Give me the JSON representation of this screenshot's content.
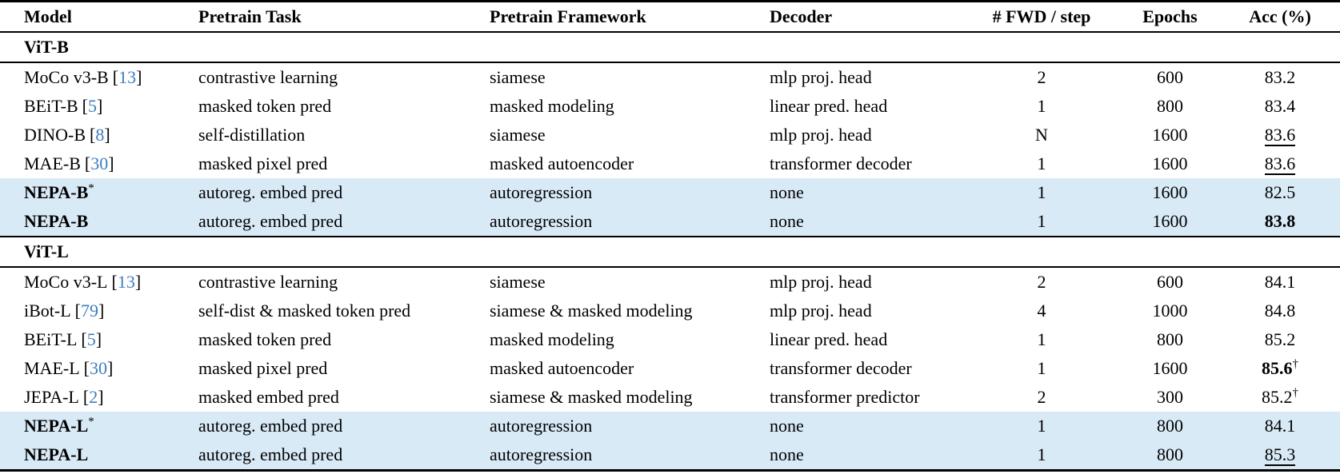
{
  "colors": {
    "highlight_row": "#d9eaf7",
    "citation_link": "#3d7dbf",
    "rule": "#000000",
    "background": "#ffffff"
  },
  "citation_brackets": {
    "open": "[",
    "close": "]"
  },
  "table": {
    "columns": {
      "model": "Model",
      "task": "Pretrain Task",
      "framework": "Pretrain Framework",
      "decoder": "Decoder",
      "fwd": "# FWD / step",
      "epochs": "Epochs",
      "acc": "Acc (%)"
    },
    "sections": [
      {
        "header": "ViT-B",
        "rows": [
          {
            "model": "MoCo v3-B",
            "cite": "13",
            "task": "contrastive learning",
            "framework": "siamese",
            "decoder": "mlp proj. head",
            "fwd": "2",
            "epochs": "600",
            "acc": "83.2",
            "highlight": false
          },
          {
            "model": "BEiT-B",
            "cite": "5",
            "task": "masked token pred",
            "framework": "masked modeling",
            "decoder": "linear pred. head",
            "fwd": "1",
            "epochs": "800",
            "acc": "83.4",
            "highlight": false
          },
          {
            "model": "DINO-B",
            "cite": "8",
            "task": "self-distillation",
            "framework": "siamese",
            "decoder": "mlp proj. head",
            "fwd": "N",
            "epochs": "1600",
            "acc": "83.6",
            "acc_style": "underline",
            "highlight": false
          },
          {
            "model": "MAE-B",
            "cite": "30",
            "task": "masked pixel pred",
            "framework": "masked autoencoder",
            "decoder": "transformer decoder",
            "fwd": "1",
            "epochs": "1600",
            "acc": "83.6",
            "acc_style": "underline",
            "highlight": false
          },
          {
            "model": "NEPA-B",
            "model_sup": "*",
            "task": "autoreg. embed pred",
            "framework": "autoregression",
            "decoder": "none",
            "fwd": "1",
            "epochs": "1600",
            "acc": "82.5",
            "highlight": true
          },
          {
            "model": "NEPA-B",
            "task": "autoreg. embed pred",
            "framework": "autoregression",
            "decoder": "none",
            "fwd": "1",
            "epochs": "1600",
            "acc": "83.8",
            "acc_style": "bold",
            "highlight": true
          }
        ]
      },
      {
        "header": "ViT-L",
        "rows": [
          {
            "model": "MoCo v3-L",
            "cite": "13",
            "task": "contrastive learning",
            "framework": "siamese",
            "decoder": "mlp proj. head",
            "fwd": "2",
            "epochs": "600",
            "acc": "84.1",
            "highlight": false
          },
          {
            "model": "iBot-L",
            "cite": "79",
            "task": "self-dist & masked token pred",
            "framework": "siamese & masked modeling",
            "decoder": "mlp proj. head",
            "fwd": "4",
            "epochs": "1000",
            "acc": "84.8",
            "highlight": false
          },
          {
            "model": "BEiT-L",
            "cite": "5",
            "task": "masked token pred",
            "framework": "masked modeling",
            "decoder": "linear pred. head",
            "fwd": "1",
            "epochs": "800",
            "acc": "85.2",
            "highlight": false
          },
          {
            "model": "MAE-L",
            "cite": "30",
            "task": "masked pixel pred",
            "framework": "masked autoencoder",
            "decoder": "transformer decoder",
            "fwd": "1",
            "epochs": "1600",
            "acc": "85.6",
            "acc_sup": "†",
            "acc_style": "bold",
            "highlight": false
          },
          {
            "model": "JEPA-L",
            "cite": "2",
            "task": "masked embed pred",
            "framework": "siamese & masked modeling",
            "decoder": "transformer predictor",
            "fwd": "2",
            "epochs": "300",
            "acc": "85.2",
            "acc_sup": "†",
            "highlight": false
          },
          {
            "model": "NEPA-L",
            "model_sup": "*",
            "task": "autoreg. embed pred",
            "framework": "autoregression",
            "decoder": "none",
            "fwd": "1",
            "epochs": "800",
            "acc": "84.1",
            "highlight": true
          },
          {
            "model": "NEPA-L",
            "task": "autoreg. embed pred",
            "framework": "autoregression",
            "decoder": "none",
            "fwd": "1",
            "epochs": "800",
            "acc": "85.3",
            "acc_style": "underline",
            "highlight": true
          }
        ]
      }
    ]
  }
}
